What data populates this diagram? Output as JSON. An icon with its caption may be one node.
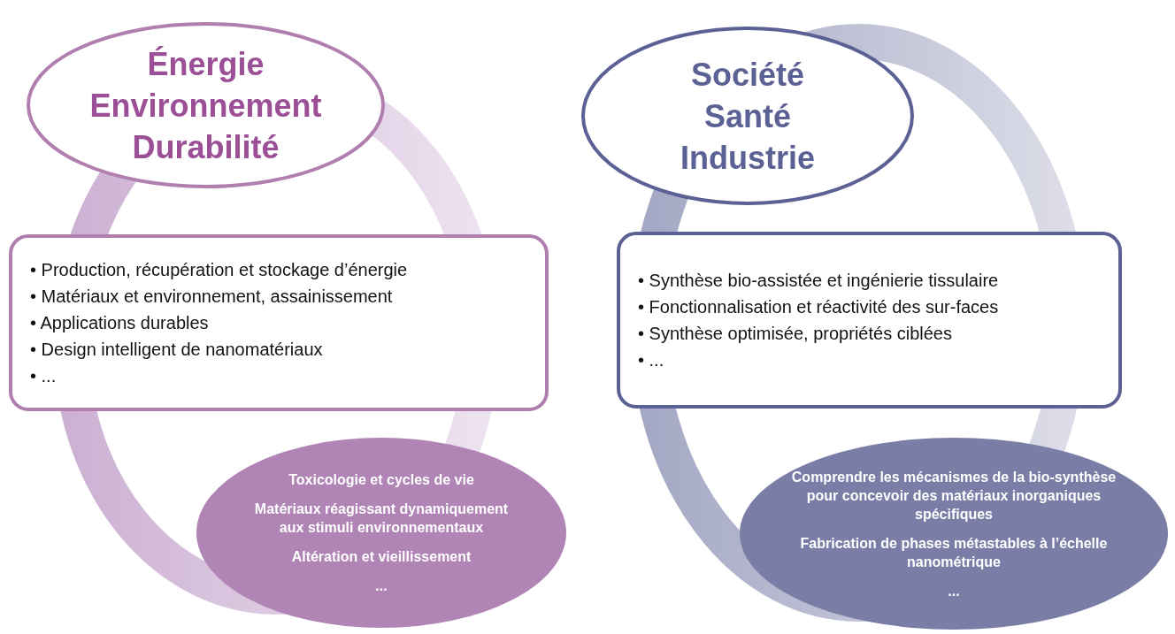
{
  "diagram": {
    "nodes": [
      {
        "text": [
          "Énergie",
          "Environnement",
          "Durabilité"
        ]
      },
      {
        "text": [
          "• Production, récupération et stockage d’énergie",
          "• Matériaux et environnement, assainissement",
          "• Applications durables",
          "• Design intelligent de nanomatériaux",
          "• ..."
        ]
      },
      {
        "text": [
          "Toxicologie et cycles de vie",
          "Matériaux réagissant dynamiquement aux stimuli environnementaux",
          "Altération et vieillissement",
          "..."
        ]
      },
      {
        "text": [
          "Société",
          "Santé",
          "Industrie"
        ]
      },
      {
        "text": [
          "• Synthèse bio-assistée et ingénierie tissulaire",
          "• Fonctionnalisation et réactivité des sur-faces",
          "• Synthèse optimisée, propriétés ciblées",
          "• ..."
        ]
      },
      {
        "text": [
          "Comprendre les mécanismes de la bio-synthèse pour concevoir des matériaux inorganiques spécifiques",
          "Fabrication de phases métastables à l’échelle nanométrique",
          "..."
        ]
      }
    ]
  }
}
